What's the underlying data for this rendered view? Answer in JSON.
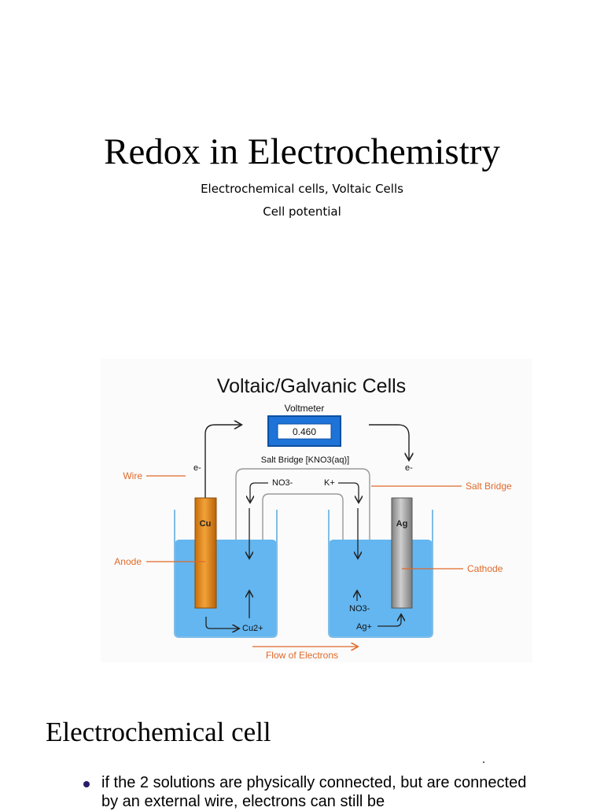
{
  "slide": {
    "title": "Redox in Electrochemistry",
    "subtitles": [
      "Electrochemical cells, Voltaic Cells",
      "Cell potential"
    ]
  },
  "figure": {
    "title": "Voltaic/Galvanic Cells",
    "voltmeter_label": "Voltmeter",
    "voltmeter_reading": "0.460",
    "salt_bridge_text": "Salt Bridge [KNO3(aq)]",
    "electron_left": "e-",
    "electron_right": "e-",
    "nitrate_top": "NO3-",
    "potassium": "K+",
    "anode_metal": "Cu",
    "cathode_metal": "Ag",
    "callouts": {
      "wire": "Wire",
      "anode": "Anode",
      "salt_bridge": "Salt Bridge",
      "cathode": "Cathode"
    },
    "copper_ion": "Cu2+",
    "nitrate_bottom": "NO3-",
    "silver_ion": "Ag+",
    "flow_label": "Flow of Electrons",
    "colors": {
      "accent_orange": "#e06a2a",
      "solution_blue": "#63b6f0",
      "beaker_outline": "#7fbde8",
      "voltmeter_blue": "#1e73d8",
      "copper_rod": "#e08a12",
      "silver_rod": "#9a9a9a"
    }
  },
  "section": {
    "heading": "Electrochemical cell",
    "bullet": "if the 2 solutions are physically connected, but are connected by an external wire, electrons can still be"
  }
}
